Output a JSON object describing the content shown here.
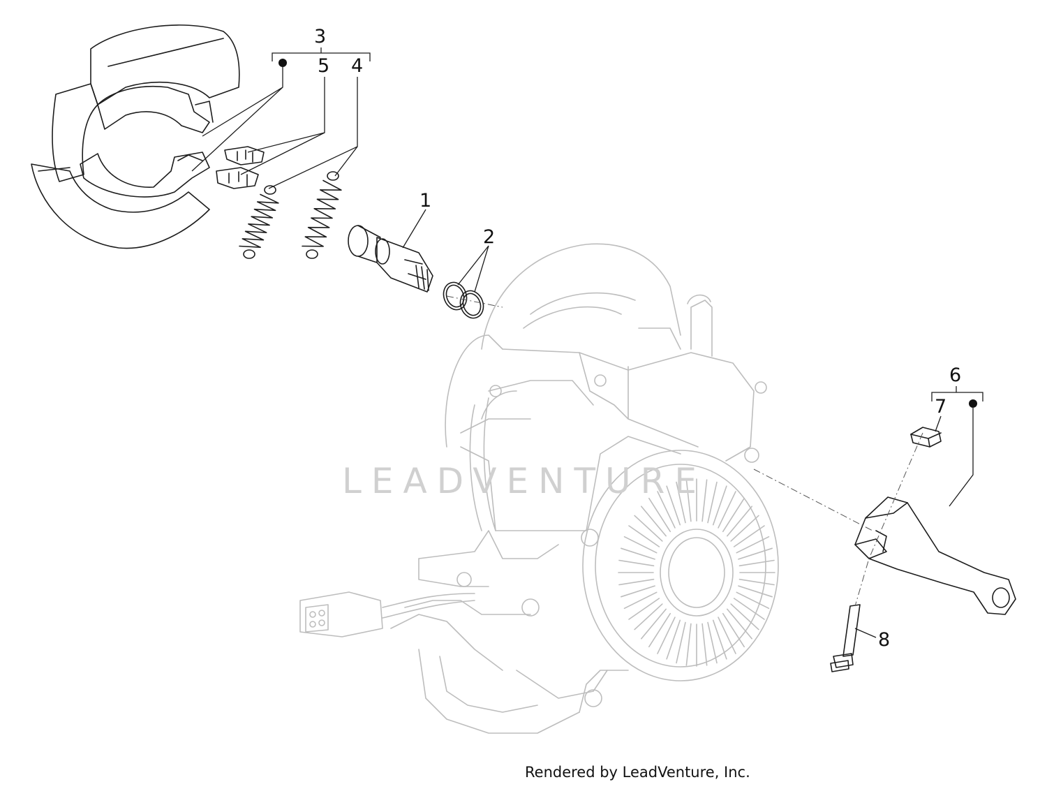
{
  "diagram": {
    "callouts": [
      {
        "id": "1",
        "label": "1"
      },
      {
        "id": "2",
        "label": "2"
      },
      {
        "id": "3",
        "label": "3"
      },
      {
        "id": "4",
        "label": "4"
      },
      {
        "id": "5",
        "label": "5"
      },
      {
        "id": "6",
        "label": "6"
      },
      {
        "id": "7",
        "label": "7"
      },
      {
        "id": "8",
        "label": "8"
      }
    ],
    "parts": [
      "brake-shoes",
      "springs",
      "brake-cam-shaft",
      "o-rings",
      "engine-hub-assembly",
      "brake-lever",
      "nut",
      "bolt"
    ],
    "watermark": "LEADVENTURE",
    "credit": "Rendered by LeadVenture, Inc."
  }
}
